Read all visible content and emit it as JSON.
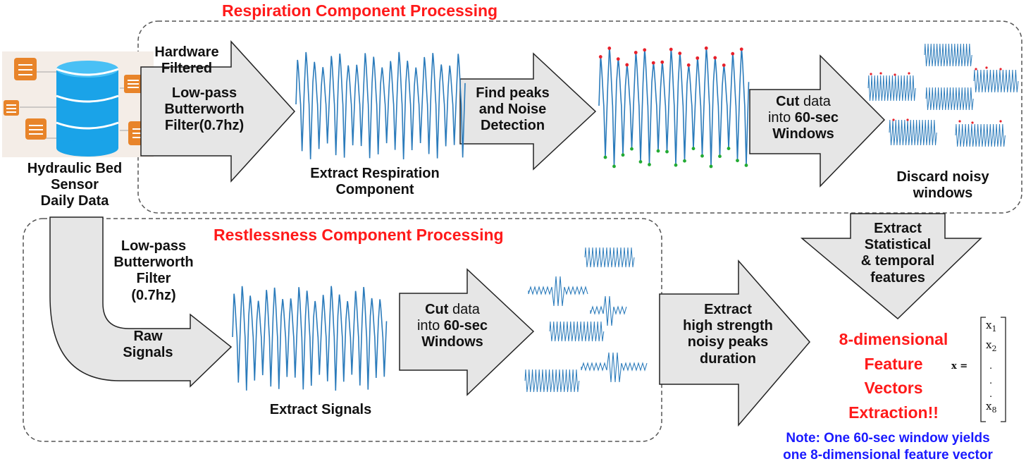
{
  "respiration": {
    "section_title": "Respiration Component Processing",
    "arrow1": {
      "line1": "Hardware",
      "line2": "Filtered",
      "line3": "Low-pass",
      "line4": "Butterworth",
      "line5": "Filter(0.7hz)"
    },
    "caption_extract": {
      "line1": "Extract Respiration",
      "line2": "Component"
    },
    "arrow2": {
      "line1": "Find peaks",
      "line2": "and Noise",
      "line3": "Detection"
    },
    "arrow3": {
      "cut_bold": "Cut",
      "cut_rest": " data",
      "line2_pre": "into ",
      "line2_bold": "60-sec",
      "line3": "Windows"
    },
    "caption_discard": {
      "line1": "Discard noisy",
      "line2": "windows"
    }
  },
  "source": {
    "line1": "Hydraulic Bed",
    "line2": "Sensor",
    "line3": "Daily Data"
  },
  "restlessness": {
    "section_title": "Restlessness Component Processing",
    "filter_label": {
      "line1": "Low-pass",
      "line2": "Butterworth",
      "line3": "Filter",
      "line4": "(0.7hz)"
    },
    "raw_label": {
      "line1": "Raw",
      "line2": "Signals"
    },
    "caption_extract": "Extract Signals",
    "arrow_cut": {
      "cut_bold": "Cut",
      "cut_rest": " data",
      "line2_pre": "into ",
      "line2_bold": "60-sec",
      "line3": "Windows"
    },
    "arrow_peaks": {
      "line1": "Extract",
      "line2": "high strength",
      "line3": "noisy peaks",
      "line4": "duration"
    }
  },
  "down_arrow": {
    "line1": "Extract",
    "line2": "Statistical",
    "line3": "& temporal",
    "line4": "features"
  },
  "result": {
    "line1": "8-dimensional",
    "line2": "Feature",
    "line3": "Vectors",
    "line4": "Extraction!!"
  },
  "vector": {
    "lhs": "x =",
    "e1": "x",
    "e1_sub": "1",
    "e2": "x",
    "e2_sub": "2",
    "dot": ".",
    "e8": "x",
    "e8_sub": "8"
  },
  "note": {
    "line1": "Note: One 60-sec window yields",
    "line2": "one 8-dimensional feature vector"
  },
  "colors": {
    "accent_red": "#ff1a1a",
    "note_blue": "#1a1aff",
    "signal": "#2b7bbb",
    "peak_red": "#e8202a",
    "trough_green": "#22aa33",
    "db_blue": "#1aa3e8"
  }
}
